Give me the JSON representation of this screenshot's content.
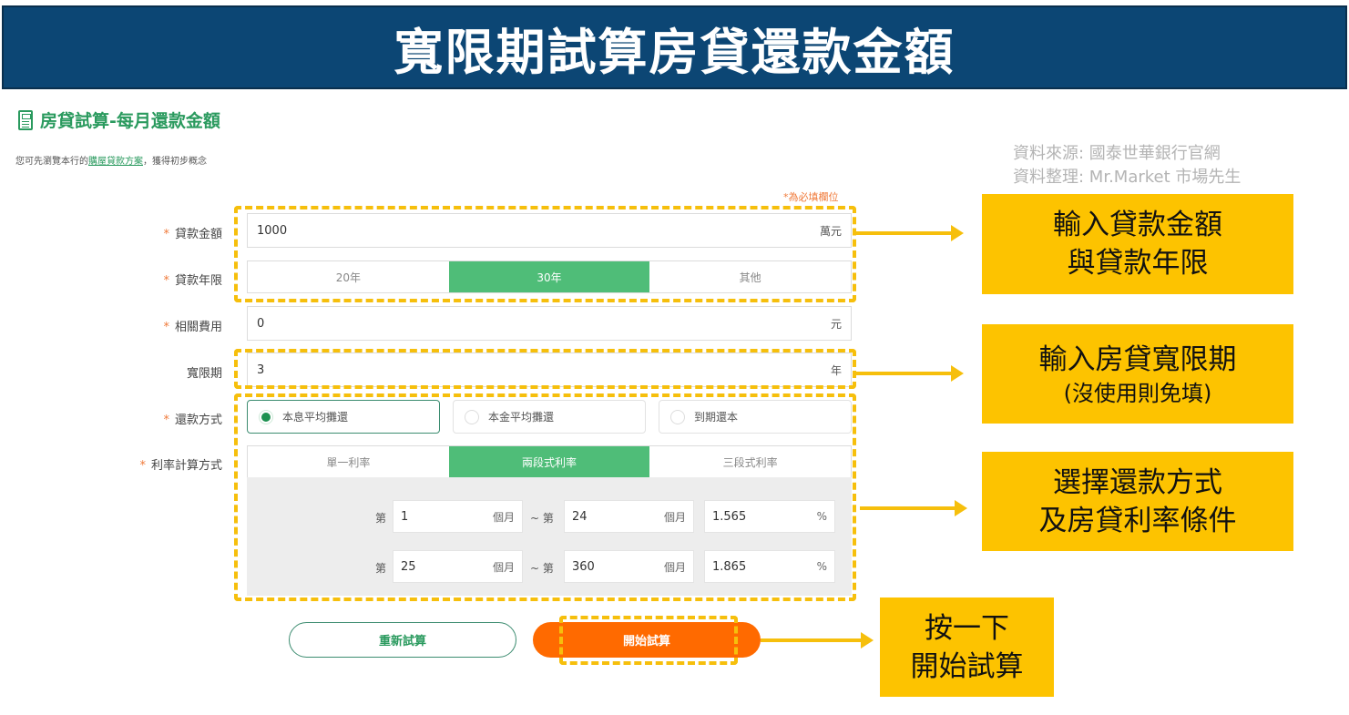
{
  "banner": {
    "title": "寬限期試算房貸還款金額"
  },
  "section": {
    "title": "房貸試算-每月還款金額",
    "icon": "calculator-icon"
  },
  "intro": {
    "prefix": "您可先瀏覽本行的",
    "link": "購屋貸款方案",
    "suffix": "，獲得初步概念"
  },
  "source": {
    "line1": "資料來源: 國泰世華銀行官網",
    "line2": "資料整理: Mr.Market 市場先生"
  },
  "form": {
    "required_note": "*為必填欄位",
    "loan_amount": {
      "label": "貸款金額",
      "required": "*",
      "value": "1000",
      "unit": "萬元"
    },
    "loan_term": {
      "label": "貸款年限",
      "required": "*",
      "options": [
        "20年",
        "30年",
        "其他"
      ],
      "selected": "30年"
    },
    "fees": {
      "label": "相關費用",
      "required": "*",
      "value": "0",
      "unit": "元"
    },
    "grace": {
      "label": "寬限期",
      "value": "3",
      "unit": "年"
    },
    "repayment": {
      "label": "還款方式",
      "required": "*",
      "options": [
        "本息平均攤還",
        "本金平均攤還",
        "到期還本"
      ],
      "selected": "本息平均攤還"
    },
    "rate_method": {
      "label": "利率計算方式",
      "required": "*",
      "options": [
        "單一利率",
        "兩段式利率",
        "三段式利率"
      ],
      "selected": "兩段式利率"
    },
    "rate_tiers": [
      {
        "prefix": "第",
        "from": "1",
        "from_unit": "個月",
        "sep": "~ 第",
        "to": "24",
        "to_unit": "個月",
        "rate": "1.565",
        "rate_unit": "%"
      },
      {
        "prefix": "第",
        "from": "25",
        "from_unit": "個月",
        "sep": "~ 第",
        "to": "360",
        "to_unit": "個月",
        "rate": "1.865",
        "rate_unit": "%"
      }
    ],
    "buttons": {
      "reset": "重新試算",
      "start": "開始試算"
    }
  },
  "callouts": [
    {
      "line1": "輸入貸款金額",
      "line2": "與貸款年限"
    },
    {
      "line1": "輸入房貸寬限期",
      "line2": "(沒使用則免填)"
    },
    {
      "line1": "選擇還款方式",
      "line2": "及房貸利率條件"
    },
    {
      "line1": "按一下",
      "line2": "開始試算"
    }
  ],
  "colors": {
    "banner": "#0c4674",
    "green": "#4fbd78",
    "orange": "#ff6a00",
    "highlight": "#f6bf0c",
    "callout": "#fdc300"
  }
}
